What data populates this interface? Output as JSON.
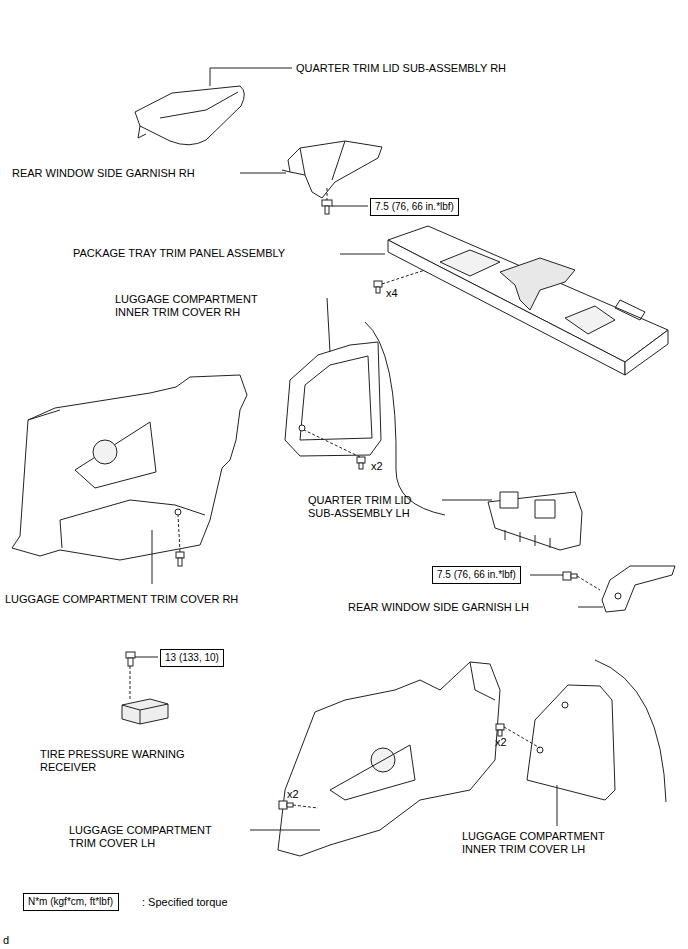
{
  "diagram": {
    "nodes": [
      {
        "text": [
          "7.5 (76, 66 in.*lbf)"
        ]
      },
      {
        "text": [
          "7.5 (76, 66 in.*lbf)"
        ]
      },
      {
        "text": [
          "13 (133, 10)"
        ]
      },
      {
        "text": [
          "N*m (kgf*cm, ft*lbf)"
        ]
      }
    ],
    "labels": [
      "QUARTER TRIM LID SUB-ASSEMBLY RH",
      "REAR WINDOW SIDE GARNISH RH",
      "PACKAGE TRAY TRIM PANEL ASSEMBLY",
      "x4",
      "LUGGAGE COMPARTMENT INNER TRIM COVER RH",
      "x2",
      "QUARTER TRIM LID SUB-ASSEMBLY LH",
      "LUGGAGE COMPARTMENT TRIM COVER RH",
      "REAR WINDOW SIDE GARNISH LH",
      "TIRE PRESSURE WARNING RECEIVER",
      "x2",
      "LUGGAGE COMPARTMENT TRIM COVER LH",
      "x2",
      "LUGGAGE COMPARTMENT INNER TRIM COVER LH",
      ": Specified torque",
      "d"
    ]
  }
}
